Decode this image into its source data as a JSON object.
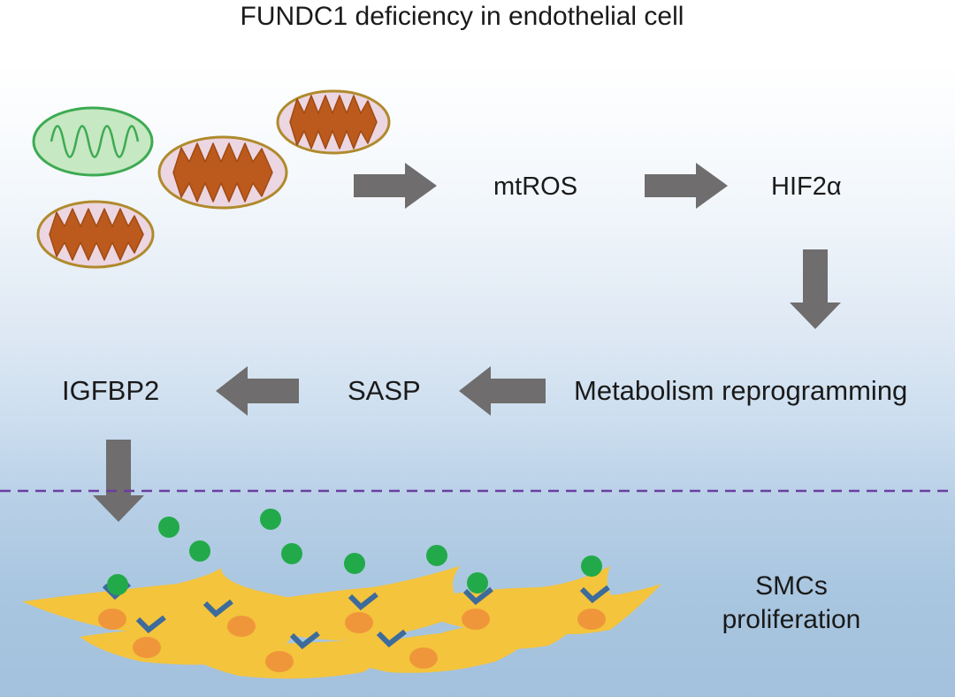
{
  "title": "FUNDC1 deficiency in endothelial cell",
  "nodes": {
    "mtros": "mtROS",
    "hif": "HIF2α",
    "metabolism": "Metabolism reprogramming",
    "sasp": "SASP",
    "igfbp2": "IGFBP2",
    "smc_line1": "SMCs",
    "smc_line2": "proliferation"
  },
  "colors": {
    "arrow": "#6f6d6d",
    "dashed_line": "#6a3fa0",
    "healthy_mito_fill": "#c6e8c2",
    "healthy_mito_stroke": "#3daa52",
    "damaged_mito_fill": "#ecd6e2",
    "damaged_mito_stroke": "#b08a2c",
    "damaged_cristae": "#bb5a1c",
    "smc_body": "#f4c43c",
    "smc_nucleus": "#f0963a",
    "igfbp2_particle": "#22aa4a",
    "receptor": "#3d6b9c"
  }
}
